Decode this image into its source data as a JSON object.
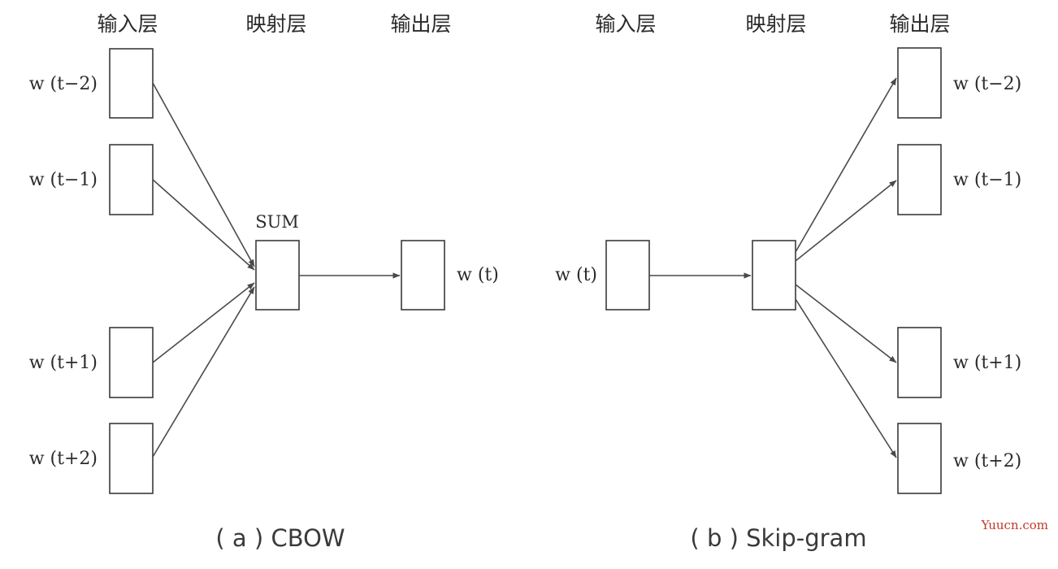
{
  "headers": {
    "input": "输入层",
    "projection": "映射层",
    "output": "输出层"
  },
  "words": {
    "t_minus_2": "w (t−2)",
    "t_minus_1": "w (t−1)",
    "t": "w (t)",
    "t_plus_1": "w (t+1)",
    "t_plus_2": "w (t+2)"
  },
  "sum_label": "SUM",
  "captions": {
    "cbow": "( a ) CBOW",
    "skipgram": "( b ) Skip-gram"
  },
  "watermark": "Yuucn.com",
  "colors": {
    "line": "#4a4a4a",
    "text": "#2b2b2b",
    "watermark": "#c0392b"
  }
}
